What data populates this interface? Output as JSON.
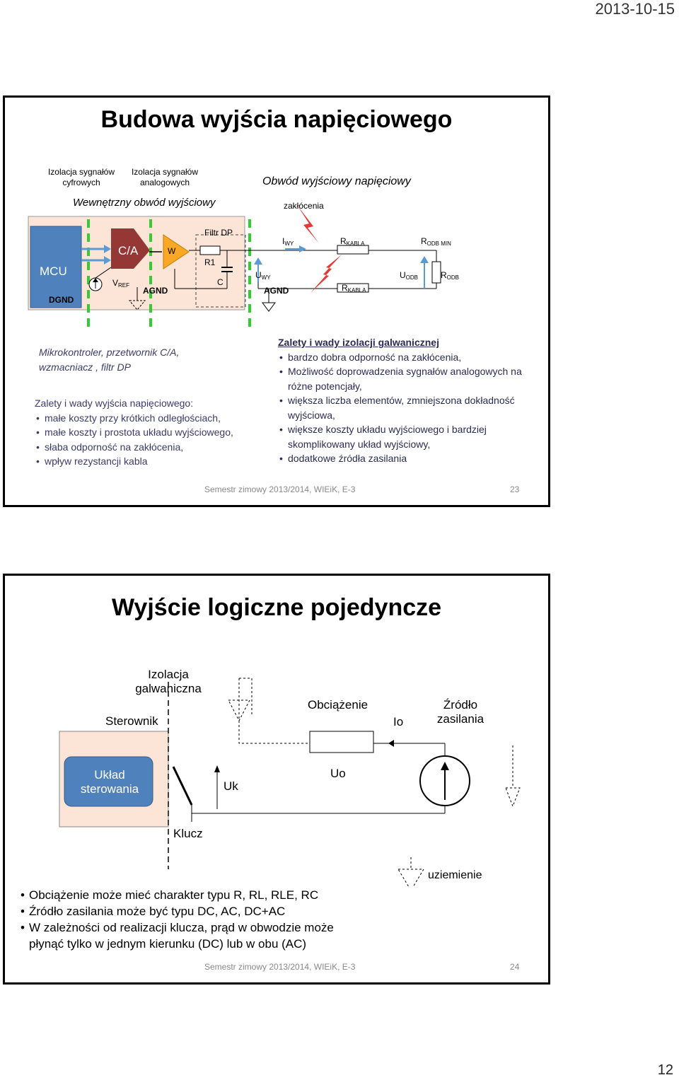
{
  "date": "2013-10-15",
  "page_number": "12",
  "slide1": {
    "title": "Budowa wyjścia napięciowego",
    "isolation_digital": "Izolacja sygnałów cyfrowych",
    "isolation_analog": "Izolacja sygnałów analogowych",
    "output_circuit": "Obwód wyjściowy napięciowy",
    "internal_circuit": "Wewnętrzny obwód wyjściowy",
    "interference": "zakłócenia",
    "diagram": {
      "mcu": "MCU",
      "dgnd": "DGND",
      "ca": "C/A",
      "vref": "V",
      "vref_sub": "REF",
      "agnd1": "AGND",
      "w": "W",
      "filter": "Filtr DP",
      "r1": "R1",
      "c": "C",
      "iwy": "I",
      "iwy_sub": "WY",
      "uwy": "U",
      "uwy_sub": "WY",
      "agnd2": "AGND",
      "rkabla1": "R",
      "rkabla1_sub": "KABLA",
      "rkabla2": "R",
      "rkabla2_sub": "KABLA",
      "rodbmin": "R",
      "rodbmin_sub": "ODB MIN",
      "uodb": "U",
      "uodb_sub": "ODB",
      "rodb": "R",
      "rodb_sub": "ODB"
    },
    "caption": "Mikrokontroler, przetwornik C/A, wzmacniacz , filtr DP",
    "left_heading": "Zalety i wady wyjścia napięciowego:",
    "left_items": [
      "małe koszty przy krótkich odległościach,",
      "małe koszty i prostota układu wyjściowego,",
      "słaba odporność na zakłócenia,",
      "wpływ rezystancji kabla"
    ],
    "right_heading": "Zalety i wady izolacji galwanicznej",
    "right_items": [
      "bardzo dobra odporność na zakłócenia,",
      "Możliwość doprowadzenia sygnałów analogowych na różne potencjały,",
      "większa liczba elementów, zmniejszona dokładność wyjściowa,",
      "większe koszty układu wyjściowego i bardziej skomplikowany układ wyjściowy,",
      "dodatkowe źródła zasilania"
    ],
    "footer": "Semestr zimowy 2013/2014, WIEiK, E-3",
    "number": "23"
  },
  "slide2": {
    "title": "Wyjście logiczne pojedyncze",
    "isolation": "Izolacja galwaniczna",
    "controller": "Sterownik",
    "control_unit": "Układ sterowania",
    "load": "Obciążenie",
    "io": "Io",
    "source": "Źródło zasilania",
    "uk": "Uk",
    "uo": "Uo",
    "switch": "Klucz",
    "ground": "uziemienie",
    "items": [
      "Obciążenie może mieć charakter typu R, RL, RLE, RC",
      "Źródło zasilania może być typu DC, AC, DC+AC",
      "W zależności od realizacji klucza, prąd w obwodzie może płynąć tylko w jednym kierunku (DC) lub w obu (AC)"
    ],
    "footer": "Semestr zimowy 2013/2014, WIEiK, E-3",
    "number": "24"
  },
  "colors": {
    "mcu_blue": "#4f81bd",
    "ca_red": "#953735",
    "amp_orange": "#f9a825",
    "isolation_green": "#33cc33",
    "panel_peach": "#fce4d6",
    "arrow_blue": "#5b9bd5",
    "lightning_red": "#e53935"
  }
}
